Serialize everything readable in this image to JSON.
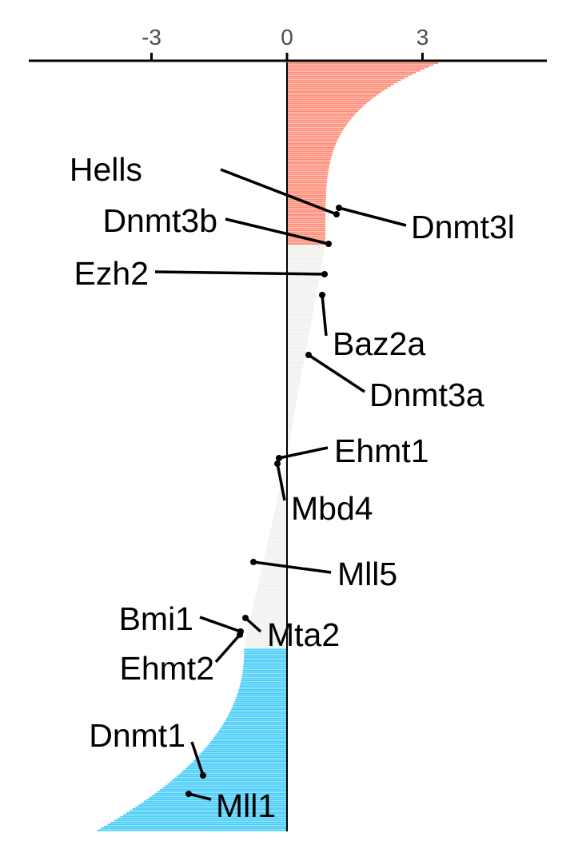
{
  "chart_data": {
    "type": "bar",
    "orientation": "horizontal",
    "description_axis": "top",
    "xlim": [
      -5.8,
      5.8
    ],
    "x_ticks": [
      -3,
      0,
      3
    ],
    "x_tick_labels": [
      "-3",
      "0",
      "3"
    ],
    "n_bars": 300,
    "colors": {
      "positive": "#FF8C78",
      "neutral": "#F0F0EE",
      "negative": "#45CCF8",
      "axis": "#000000"
    },
    "groups": [
      {
        "name": "positive",
        "count": 95,
        "start_value": 3.35,
        "end_value": 0.85
      },
      {
        "name": "neutral",
        "count": 115,
        "start_value": 0.85,
        "end_value": -0.05
      },
      {
        "name": "neutral",
        "count": 95,
        "start_value": -0.05,
        "end_value": -0.95
      },
      {
        "name": "negative",
        "count": 95,
        "start_value": -0.95,
        "end_value": -4.2
      }
    ],
    "highlighted_genes": [
      {
        "gene": "Dnmt3l",
        "rank": 73,
        "value": 1.12
      },
      {
        "gene": "Hells",
        "rank": 77,
        "value": 1.08
      },
      {
        "gene": "Dnmt3b",
        "rank": 92,
        "value": 0.9
      },
      {
        "gene": "Ezh2",
        "rank": 103,
        "value": 0.82
      },
      {
        "gene": "Baz2a",
        "rank": 114,
        "value": 0.78
      },
      {
        "gene": "Dnmt3a",
        "rank": 145,
        "value": 0.45
      },
      {
        "gene": "Ehmt1",
        "rank": 200,
        "value": -0.2
      },
      {
        "gene": "Mbd4",
        "rank": 203,
        "value": -0.22
      },
      {
        "gene": "Mll5",
        "rank": 247,
        "value": -0.72
      },
      {
        "gene": "Bmi1",
        "rank": 275,
        "value": -0.88
      },
      {
        "gene": "Mta2",
        "rank": 276,
        "value": -0.98
      },
      {
        "gene": "Ehmt2",
        "rank": 278,
        "value": -1.02
      },
      {
        "gene": "Dnmt1",
        "rank": 365,
        "value": -1.85
      },
      {
        "gene": "Mll1",
        "rank": 376,
        "value": -2.15
      }
    ]
  }
}
